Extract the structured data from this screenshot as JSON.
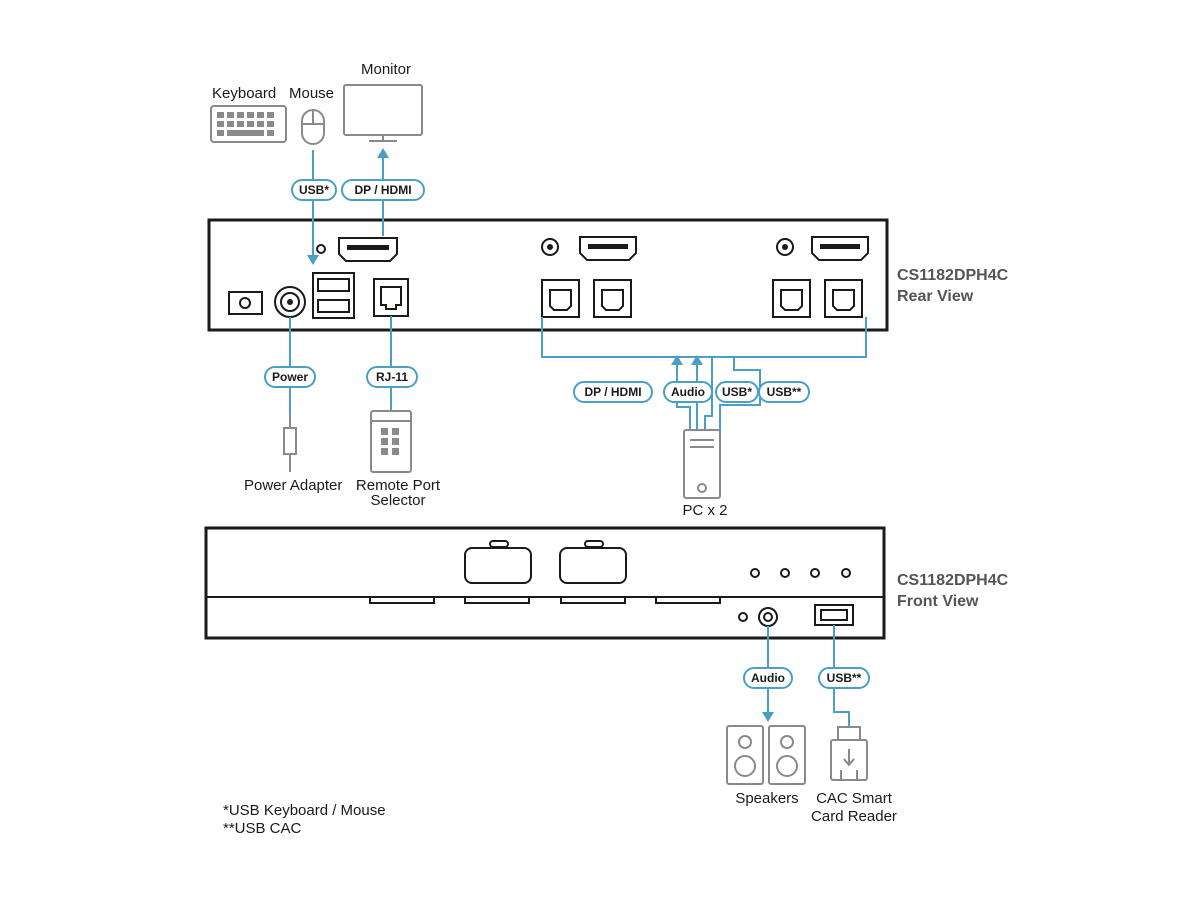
{
  "devices": {
    "keyboard": "Keyboard",
    "mouse": "Mouse",
    "monitor": "Monitor",
    "power_adapter": "Power Adapter",
    "remote_port_selector_line1": "Remote Port",
    "remote_port_selector_line2": "Selector",
    "pc": "PC x 2",
    "speakers": "Speakers",
    "cac_reader_line1": "CAC Smart",
    "cac_reader_line2": "Card Reader"
  },
  "cables": {
    "usb_km": "USB*",
    "dp_hdmi_monitor": "DP / HDMI",
    "power": "Power",
    "rj11": "RJ-11",
    "pc_dp_hdmi": "DP / HDMI",
    "pc_audio": "Audio",
    "pc_usb_km": "USB*",
    "pc_usb_cac": "USB**",
    "front_audio": "Audio",
    "front_usb_cac": "USB**"
  },
  "panels": {
    "rear_model": "CS1182DPH4C",
    "rear_view": "Rear View",
    "front_model": "CS1182DPH4C",
    "front_view": "Front View"
  },
  "footnotes": {
    "note1": "*USB Keyboard / Mouse",
    "note2": "**USB CAC"
  },
  "colors": {
    "cable": "#4a9fc4",
    "device": "#8a8a8a",
    "panel": "#1a1a1a"
  }
}
